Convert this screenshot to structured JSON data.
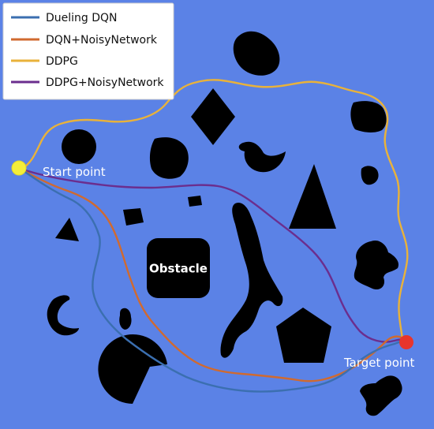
{
  "colors": {
    "background": "#5B82E6",
    "obstacle": "#000000",
    "start": "#F4EE3A",
    "target": "#E8352C"
  },
  "legend": [
    {
      "label": "Dueling DQN",
      "color": "#3B6FB0"
    },
    {
      "label": "DQN+NoisyNetwork",
      "color": "#D06A2F"
    },
    {
      "label": "DDPG",
      "color": "#E9B23A"
    },
    {
      "label": "DDPG+NoisyNetwork",
      "color": "#6B2E8E"
    }
  ],
  "labels": {
    "start": "Start point",
    "target": "Target point",
    "obstacle": "Obstacle"
  }
}
